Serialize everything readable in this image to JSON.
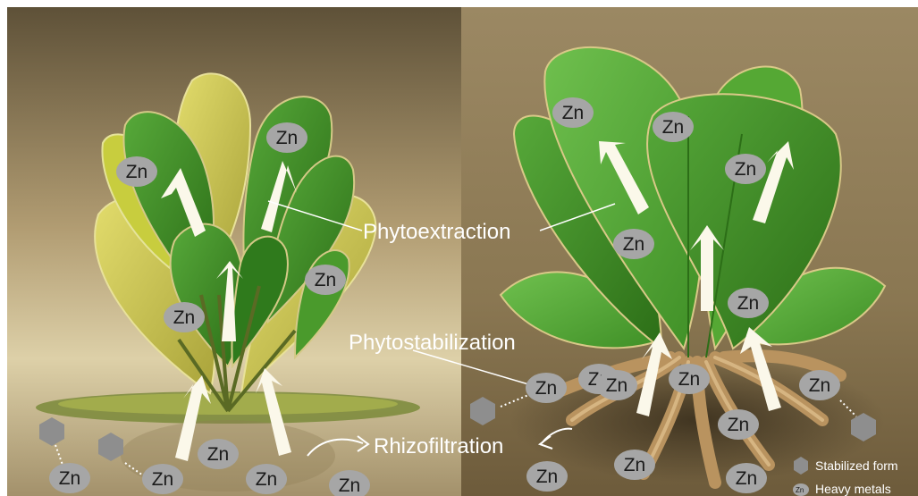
{
  "labels": {
    "phytoextraction": "Phytoextraction",
    "phytostabilization": "Phytostabilization",
    "rhizofiltration": "Rhizofiltration"
  },
  "metal_symbol": "Zn",
  "legend": {
    "stabilized_form": "Stabilized form",
    "heavy_metals": "Heavy metals",
    "heavy_metals_icon_text": "Zn"
  },
  "colors": {
    "left_background": "#b7a37b",
    "right_background": "#8b7851",
    "leaf_green": "#3f8f26",
    "leaf_yellow": "#c7c24a",
    "marker_fill": "#a6a6a6",
    "arrow_fill": "#fbf8ea",
    "stabilized_hex": "#8e8e8e",
    "root_color": "#b9935f"
  }
}
